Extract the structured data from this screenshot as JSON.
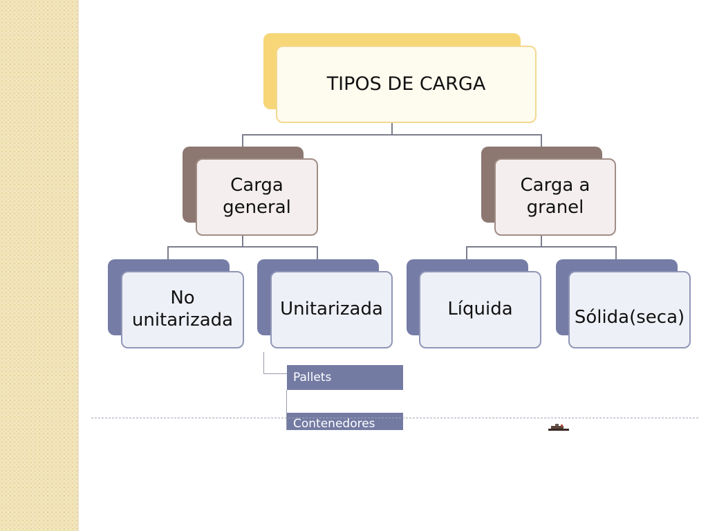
{
  "diagram": {
    "root": {
      "label": "TIPOS DE CARGA"
    },
    "categories": [
      {
        "label": "Carga\ngeneral",
        "children": [
          {
            "label": "No\nunitarizada"
          },
          {
            "label": "Unitarizada"
          }
        ]
      },
      {
        "label": "Carga a\ngranel",
        "children": [
          {
            "label": "Líquida"
          },
          {
            "label": "Sólida(seca)"
          }
        ]
      }
    ],
    "subitems": [
      {
        "label": "Pallets"
      },
      {
        "label": "Contenedores"
      }
    ]
  },
  "colors": {
    "root_back": "#f7d677",
    "root_border": "#f2d98e",
    "root_fill": "#fefbef",
    "level1_back": "#8c7871",
    "level1_border": "#a08c86",
    "level1_fill": "#f4efee",
    "level2_back": "#757ca6",
    "level2_border": "#9096b6",
    "level2_fill": "#eef0f7",
    "leaf_fill": "#737ba3"
  }
}
